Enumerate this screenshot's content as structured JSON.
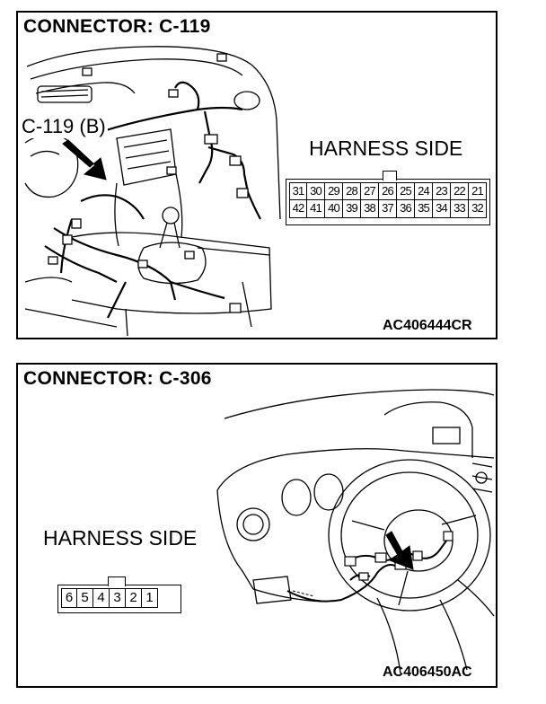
{
  "panels": [
    {
      "title": "CONNECTOR: C-119",
      "callout": "C-119 (B)",
      "harness_label": "HARNESS SIDE",
      "figure_id": "AC406444CR",
      "connector": {
        "rows": [
          [
            "31",
            "30",
            "29",
            "28",
            "27",
            "26",
            "25",
            "24",
            "23",
            "22",
            "21"
          ],
          [
            "42",
            "41",
            "40",
            "39",
            "38",
            "37",
            "36",
            "35",
            "34",
            "33",
            "32"
          ]
        ]
      }
    },
    {
      "title": "CONNECTOR: C-306",
      "harness_label": "HARNESS SIDE",
      "figure_id": "AC406450AC",
      "connector": {
        "rows": [
          [
            "6",
            "5",
            "4",
            "3",
            "2",
            "1"
          ]
        ]
      }
    }
  ]
}
